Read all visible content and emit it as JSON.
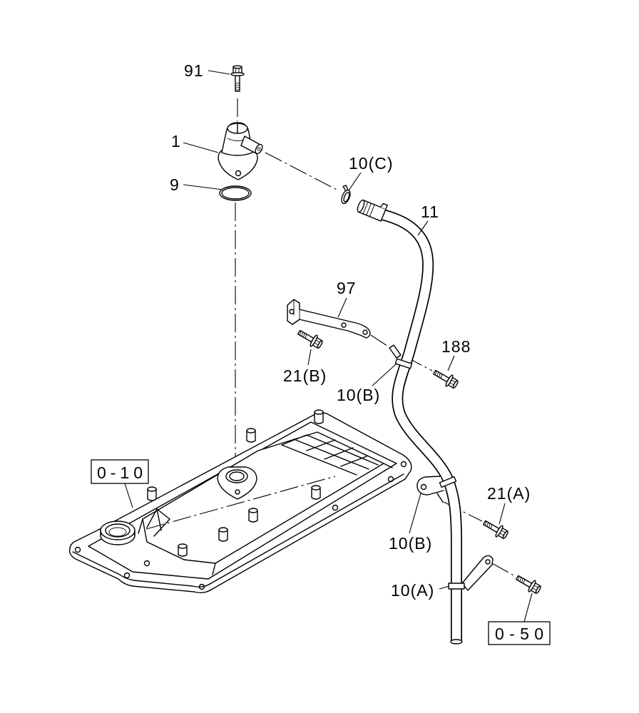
{
  "diagram": {
    "colors": {
      "background": "#ffffff",
      "line": "#000000"
    },
    "callouts": [
      {
        "text": "91"
      },
      {
        "text": "1"
      },
      {
        "text": "9"
      },
      {
        "text": "10(C)"
      },
      {
        "text": "11"
      },
      {
        "text": "97"
      },
      {
        "text": "188"
      },
      {
        "text": "21(B)"
      },
      {
        "text": "10(B)"
      },
      {
        "text": "21(A)"
      },
      {
        "text": "10(B)"
      },
      {
        "text": "10(A)"
      }
    ],
    "references": [
      {
        "text": "0-10"
      },
      {
        "text": "0-50"
      }
    ]
  }
}
